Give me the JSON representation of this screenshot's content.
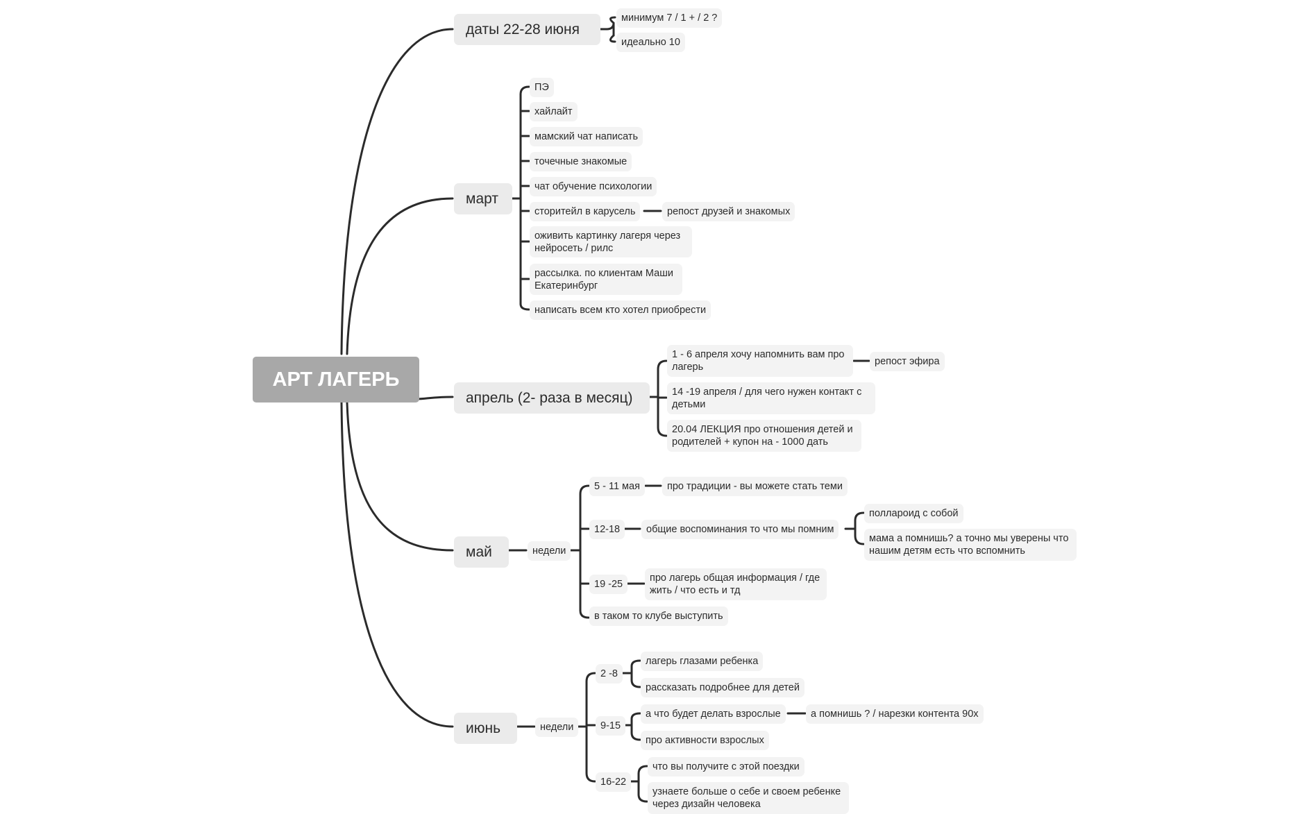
{
  "mindmap": {
    "root": "АРТ ЛАГЕРЬ",
    "branches": {
      "dates": {
        "label": "даты 22-28 июня",
        "items": [
          "минимум 7 / 1 + / 2 ?",
          "идеально 10"
        ]
      },
      "march": {
        "label": "март",
        "items": [
          "ПЭ",
          "хайлайт",
          "мамский чат написать",
          "точечные знакомые",
          "чат обучение психологии",
          "сторитейл в карусель",
          "оживить картинку лагеря через нейросеть / рилс",
          "рассылка. по клиентам Маши Екатеринбург",
          "написать всем кто хотел приобрести"
        ],
        "storytale_child": "репост друзей и знакомых"
      },
      "april": {
        "label": "апрель (2- раза в месяц)",
        "items": [
          "1 - 6 апреля хочу напомнить вам про лагерь",
          "14 -19  апреля / для чего нужен контакт с детьми",
          "20.04 ЛЕКЦИЯ про отношения детей и родителей + купон на - 1000 дать"
        ],
        "first_child": "репост эфира"
      },
      "may": {
        "label": "май",
        "weeks_label": "недели",
        "weeks": [
          {
            "label": "5 - 11 мая",
            "child": "про традиции - вы можете стать теми"
          },
          {
            "label": "12-18",
            "child": "общие воспоминания  то что мы помним",
            "grandchildren": [
              "поллароид с собой",
              "мама а помнишь? а точно мы уверены что нашим детям есть что вспомнить"
            ]
          },
          {
            "label": "19 -25",
            "child": "про лагерь общая информация / где жить / что есть и тд"
          },
          {
            "label": "в таком  то клубе  выступить"
          }
        ]
      },
      "june": {
        "label": "июнь",
        "weeks_label": "недели",
        "weeks": [
          {
            "label": "2 -8",
            "children": [
              "лагерь глазами ребенка",
              "рассказать подробнее для детей"
            ]
          },
          {
            "label": "9-15",
            "children": [
              "а что будет делать взрослые",
              "про активности взрослых"
            ],
            "first_grandchild": "а помнишь ? / нарезки контента 90х"
          },
          {
            "label": "16-22",
            "children": [
              "что вы получите с этой поездки",
              "узнаете больше о себе и своем ребенке через дизайн человека"
            ]
          }
        ]
      }
    }
  },
  "colors": {
    "line": "#2b2b2b",
    "root_bg": "#a8a8a8",
    "main_bg": "#ebebeb",
    "sub_bg": "#f3f3f3"
  }
}
